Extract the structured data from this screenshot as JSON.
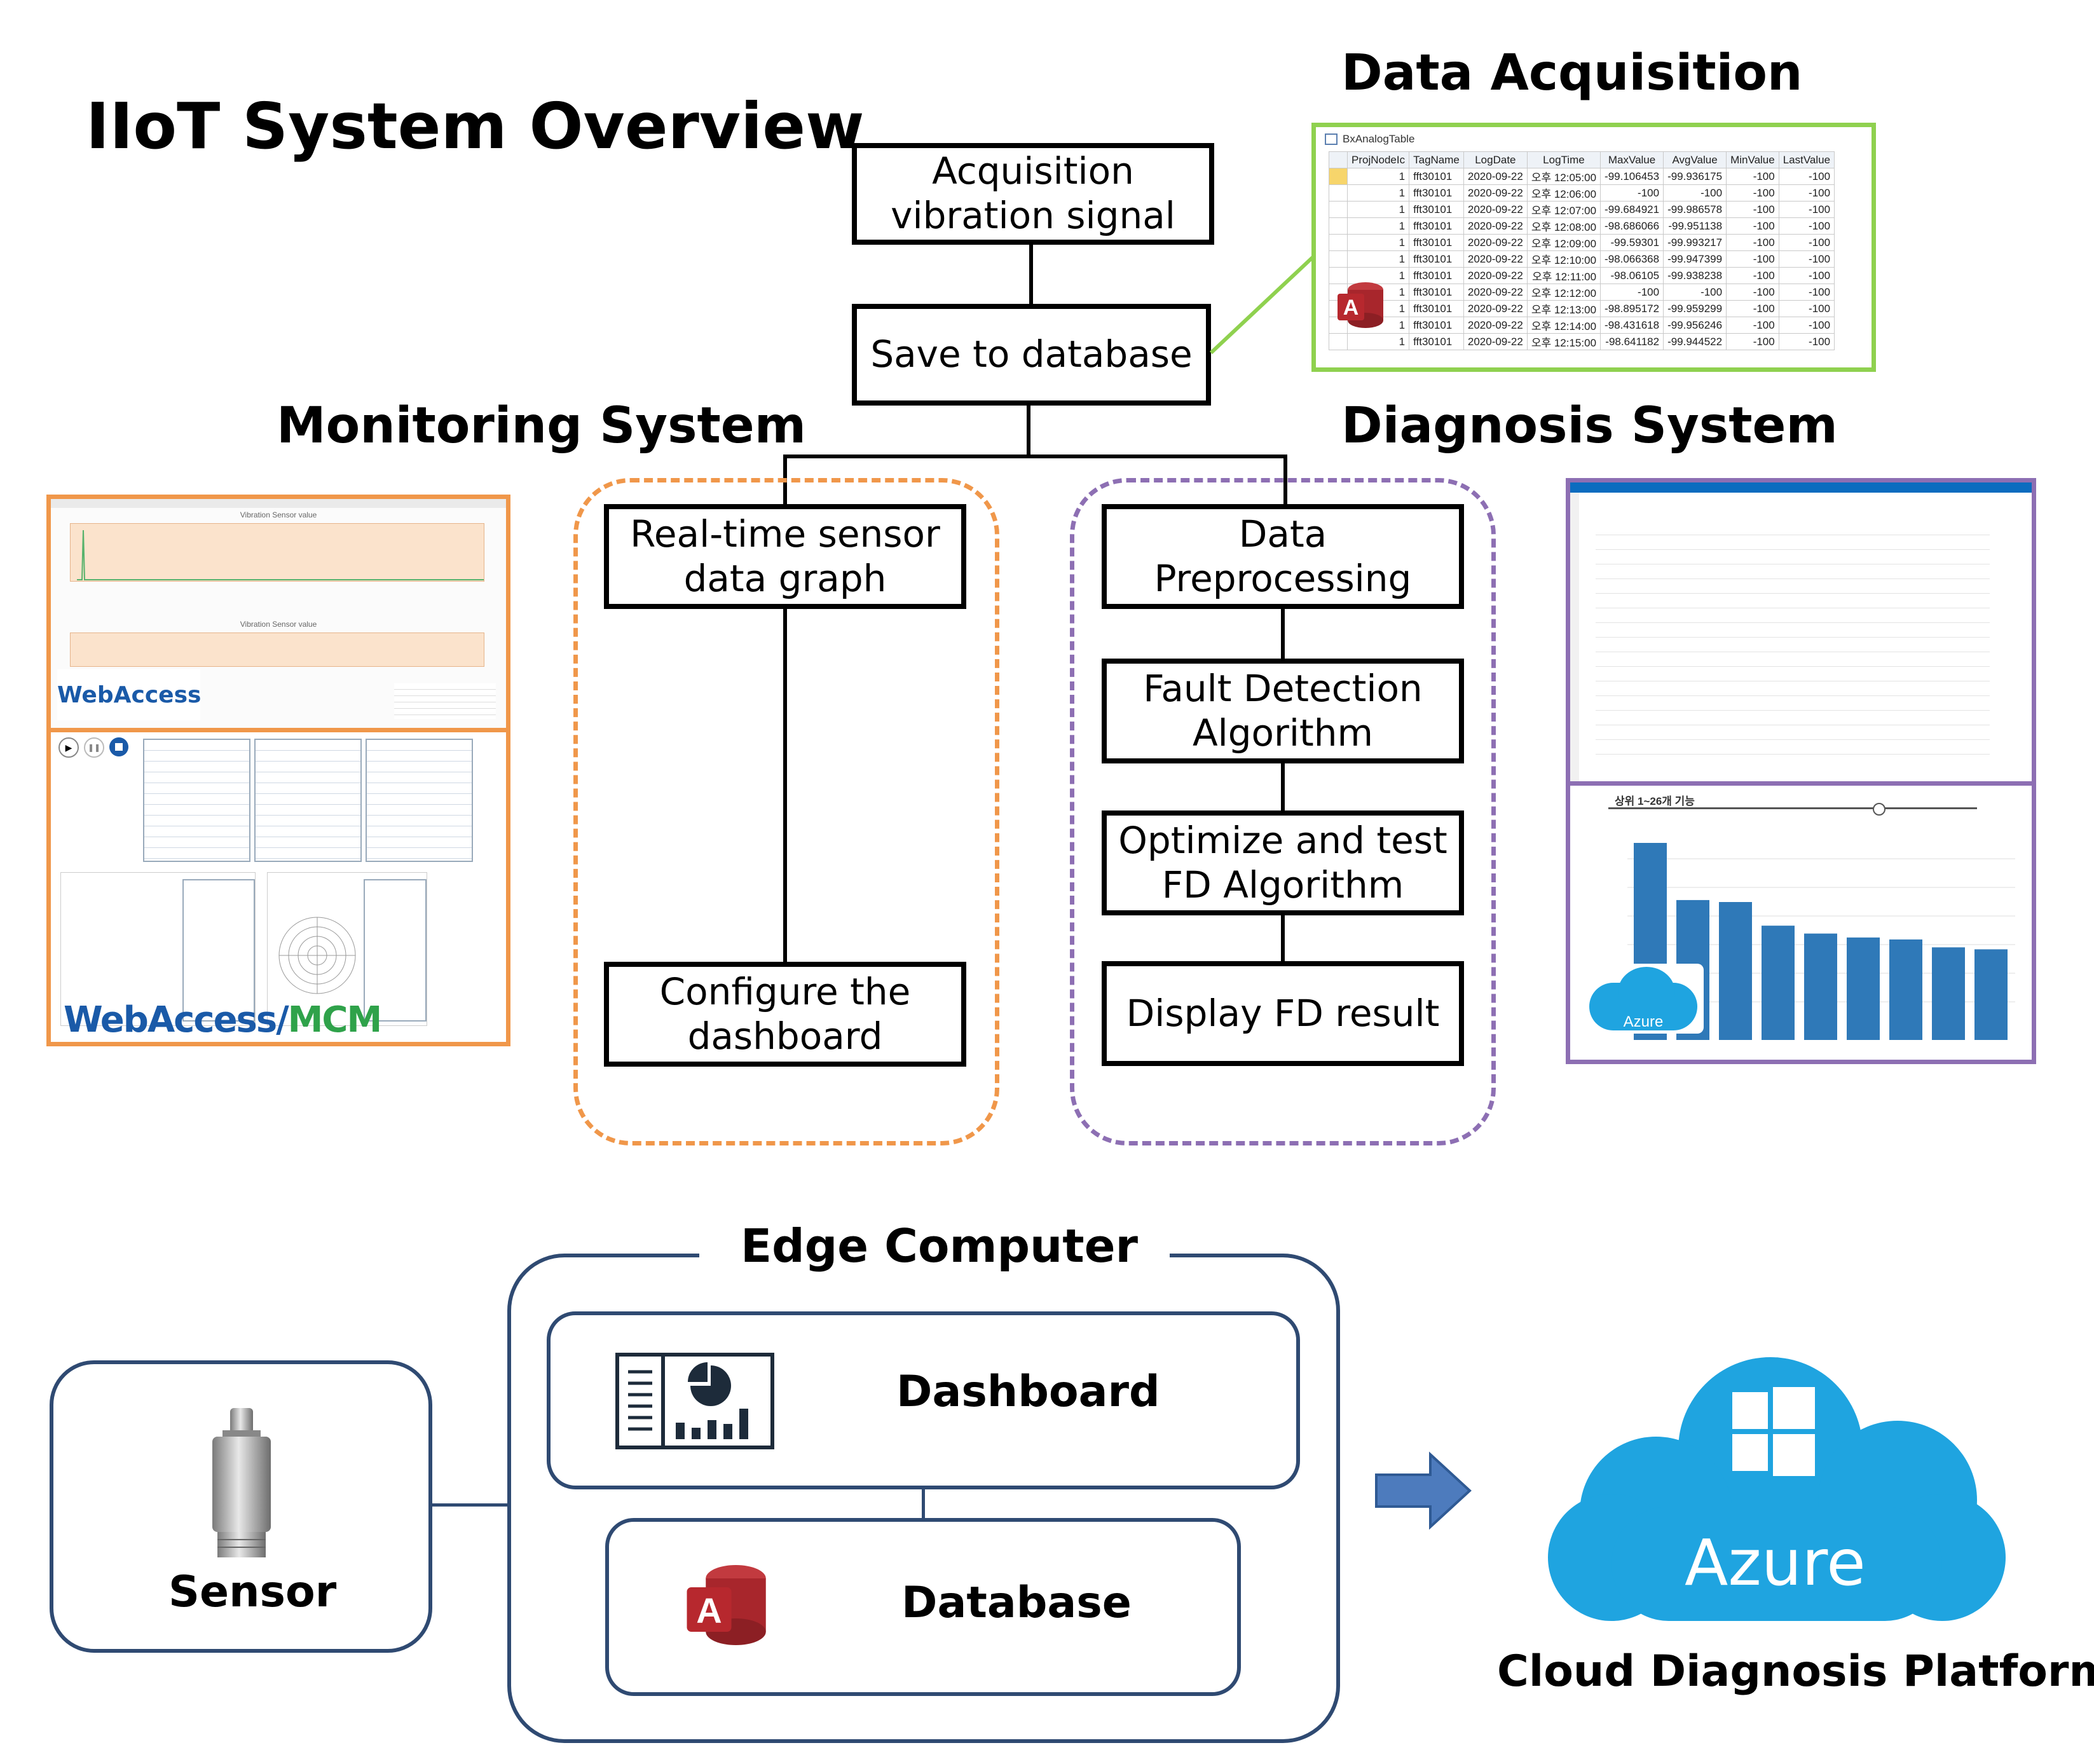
{
  "title": "IIoT System Overview",
  "sections": {
    "data_acquisition": "Data Acquisition",
    "monitoring_system": "Monitoring System",
    "diagnosis_system": "Diagnosis System"
  },
  "flow": {
    "acquisition": "Acquisition\nvibration signal",
    "save": "Save to database",
    "monitor_1": "Real-time sensor\ndata graph",
    "monitor_2": "Configure the\ndashboard",
    "diag_1": "Data\nPreprocessing",
    "diag_2": "Fault Detection\nAlgorithm",
    "diag_3": "Optimize and test\nFD Algorithm",
    "diag_4": "Display FD result"
  },
  "db_table": {
    "name": "BxAnalogTable",
    "columns": [
      "ProjNodeIc",
      "TagName",
      "LogDate",
      "LogTime",
      "MaxValue",
      "AvgValue",
      "MinValue",
      "LastValue"
    ],
    "rows": [
      [
        "1",
        "fft30101",
        "2020-09-22",
        "오후 12:05:00",
        "-99.106453",
        "-99.936175",
        "-100",
        "-100"
      ],
      [
        "1",
        "fft30101",
        "2020-09-22",
        "오후 12:06:00",
        "-100",
        "-100",
        "-100",
        "-100"
      ],
      [
        "1",
        "fft30101",
        "2020-09-22",
        "오후 12:07:00",
        "-99.684921",
        "-99.986578",
        "-100",
        "-100"
      ],
      [
        "1",
        "fft30101",
        "2020-09-22",
        "오후 12:08:00",
        "-98.686066",
        "-99.951138",
        "-100",
        "-100"
      ],
      [
        "1",
        "fft30101",
        "2020-09-22",
        "오후 12:09:00",
        "-99.59301",
        "-99.993217",
        "-100",
        "-100"
      ],
      [
        "1",
        "fft30101",
        "2020-09-22",
        "오후 12:10:00",
        "-98.066368",
        "-99.947399",
        "-100",
        "-100"
      ],
      [
        "1",
        "fft30101",
        "2020-09-22",
        "오후 12:11:00",
        "-98.06105",
        "-99.938238",
        "-100",
        "-100"
      ],
      [
        "1",
        "fft30101",
        "2020-09-22",
        "오후 12:12:00",
        "-100",
        "-100",
        "-100",
        "-100"
      ],
      [
        "1",
        "fft30101",
        "2020-09-22",
        "오후 12:13:00",
        "-98.895172",
        "-99.959299",
        "-100",
        "-100"
      ],
      [
        "1",
        "fft30101",
        "2020-09-22",
        "오후 12:14:00",
        "-98.431618",
        "-99.956246",
        "-100",
        "-100"
      ],
      [
        "1",
        "fft30101",
        "2020-09-22",
        "오후 12:15:00",
        "-98.641182",
        "-99.944522",
        "-100",
        "-100"
      ]
    ]
  },
  "monitoring_shot": {
    "chart_title_1": "Vibration Sensor value",
    "chart_title_2": "Vibration Sensor value",
    "logo_1": "WebAccess",
    "logo_2_a": "WebAccess/",
    "logo_2_b": "MCM"
  },
  "diagnosis_shot": {
    "chart_title": "상위 1~26개 기능",
    "bar_values": [
      1.0,
      0.71,
      0.7,
      0.58,
      0.54,
      0.52,
      0.51,
      0.47,
      0.46
    ],
    "azure_badge": "Azure"
  },
  "bottom": {
    "edge_computer": "Edge Computer",
    "dashboard": "Dashboard",
    "database": "Database",
    "sensor": "Sensor",
    "cloud": "Cloud Diagnosis Platform",
    "azure": "Azure"
  },
  "colors": {
    "accent_green": "#8fd14f",
    "monitor_orange": "#f0974a",
    "diagnosis_purple": "#8d6fb3",
    "edge_navy": "#2f4a72",
    "azure_blue": "#1fa4e0",
    "bar_blue": "#2f79b8",
    "access_red": "#b7282e"
  }
}
